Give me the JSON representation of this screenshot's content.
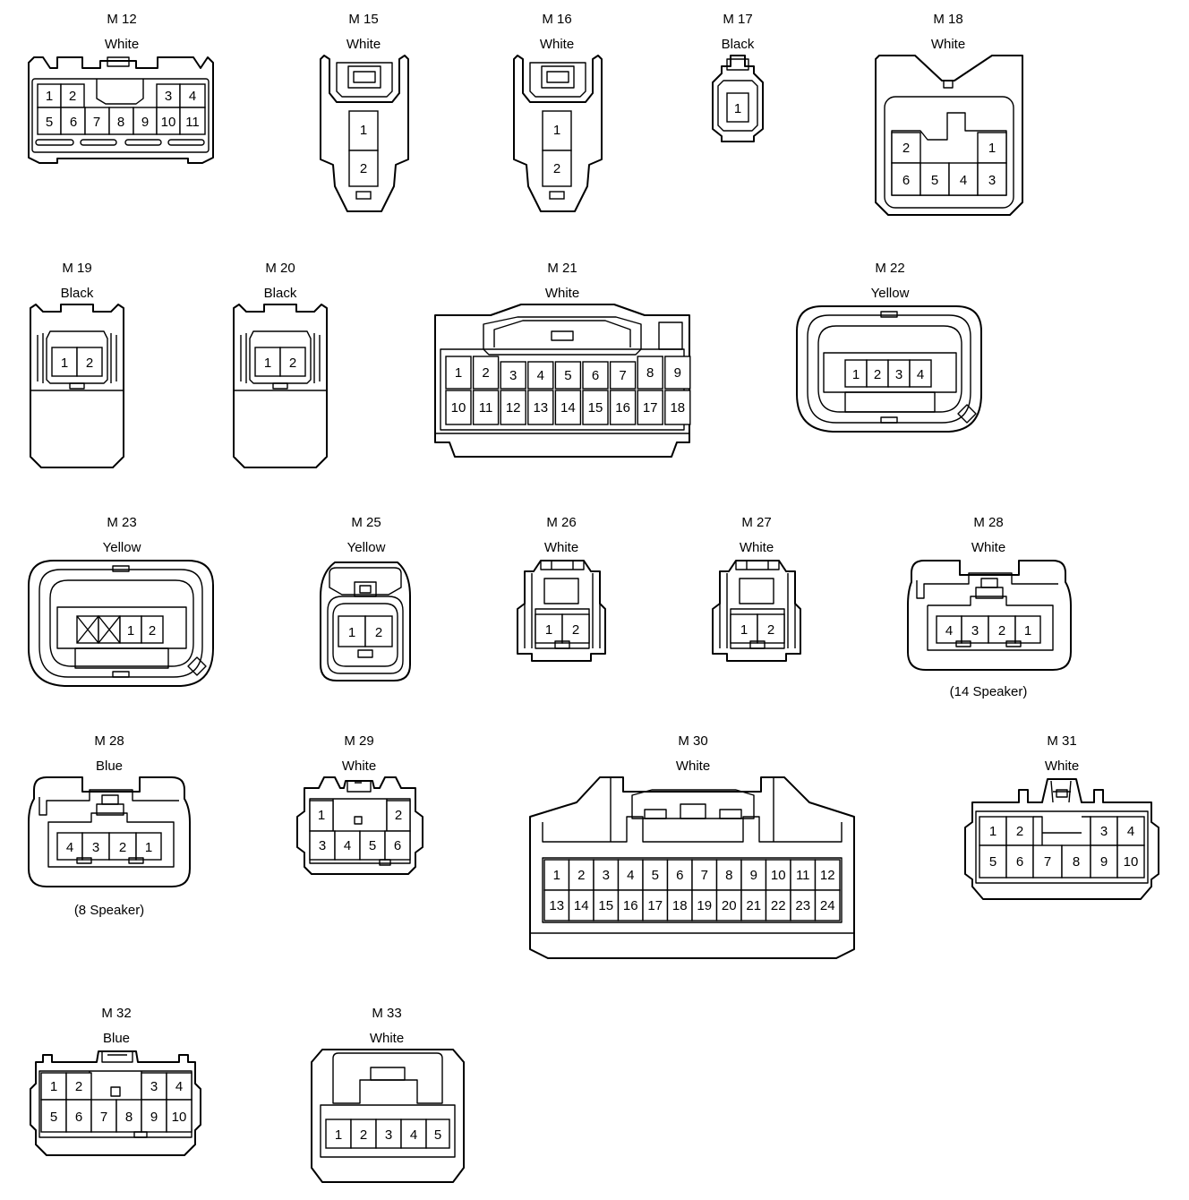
{
  "connectors": [
    {
      "id": "M 12",
      "color": "White",
      "pins": [
        "1",
        "2",
        "3",
        "4",
        "5",
        "6",
        "7",
        "8",
        "9",
        "10",
        "11"
      ]
    },
    {
      "id": "M 15",
      "color": "White",
      "pins": [
        "1",
        "2"
      ]
    },
    {
      "id": "M 16",
      "color": "White",
      "pins": [
        "1",
        "2"
      ]
    },
    {
      "id": "M 17",
      "color": "Black",
      "pins": [
        "1"
      ]
    },
    {
      "id": "M 18",
      "color": "White",
      "pins": [
        "2",
        "1",
        "6",
        "5",
        "4",
        "3"
      ]
    },
    {
      "id": "M 19",
      "color": "Black",
      "pins": [
        "1",
        "2"
      ]
    },
    {
      "id": "M 20",
      "color": "Black",
      "pins": [
        "1",
        "2"
      ]
    },
    {
      "id": "M 21",
      "color": "White",
      "pins": [
        "1",
        "2",
        "3",
        "4",
        "5",
        "6",
        "7",
        "8",
        "9",
        "10",
        "11",
        "12",
        "13",
        "14",
        "15",
        "16",
        "17",
        "18"
      ]
    },
    {
      "id": "M 22",
      "color": "Yellow",
      "pins": [
        "1",
        "2",
        "3",
        "4"
      ]
    },
    {
      "id": "M 23",
      "color": "Yellow",
      "pins": [
        "1",
        "2"
      ]
    },
    {
      "id": "M 25",
      "color": "Yellow",
      "pins": [
        "1",
        "2"
      ]
    },
    {
      "id": "M 26",
      "color": "White",
      "pins": [
        "1",
        "2"
      ]
    },
    {
      "id": "M 27",
      "color": "White",
      "pins": [
        "1",
        "2"
      ]
    },
    {
      "id": "M 28",
      "color": "White",
      "note": "(14 Speaker)",
      "pins": [
        "4",
        "3",
        "2",
        "1"
      ]
    },
    {
      "id": "M 28",
      "color": "Blue",
      "note": "(8 Speaker)",
      "pins": [
        "4",
        "3",
        "2",
        "1"
      ]
    },
    {
      "id": "M 29",
      "color": "White",
      "pins": [
        "1",
        "2",
        "3",
        "4",
        "5",
        "6"
      ]
    },
    {
      "id": "M 30",
      "color": "White",
      "pins": [
        "1",
        "2",
        "3",
        "4",
        "5",
        "6",
        "7",
        "8",
        "9",
        "10",
        "11",
        "12",
        "13",
        "14",
        "15",
        "16",
        "17",
        "18",
        "19",
        "20",
        "21",
        "22",
        "23",
        "24"
      ]
    },
    {
      "id": "M 31",
      "color": "White",
      "pins": [
        "1",
        "2",
        "3",
        "4",
        "5",
        "6",
        "7",
        "8",
        "9",
        "10"
      ]
    },
    {
      "id": "M 32",
      "color": "Blue",
      "pins": [
        "1",
        "2",
        "3",
        "4",
        "5",
        "6",
        "7",
        "8",
        "9",
        "10"
      ]
    },
    {
      "id": "M 33",
      "color": "White",
      "pins": [
        "1",
        "2",
        "3",
        "4",
        "5"
      ]
    }
  ]
}
